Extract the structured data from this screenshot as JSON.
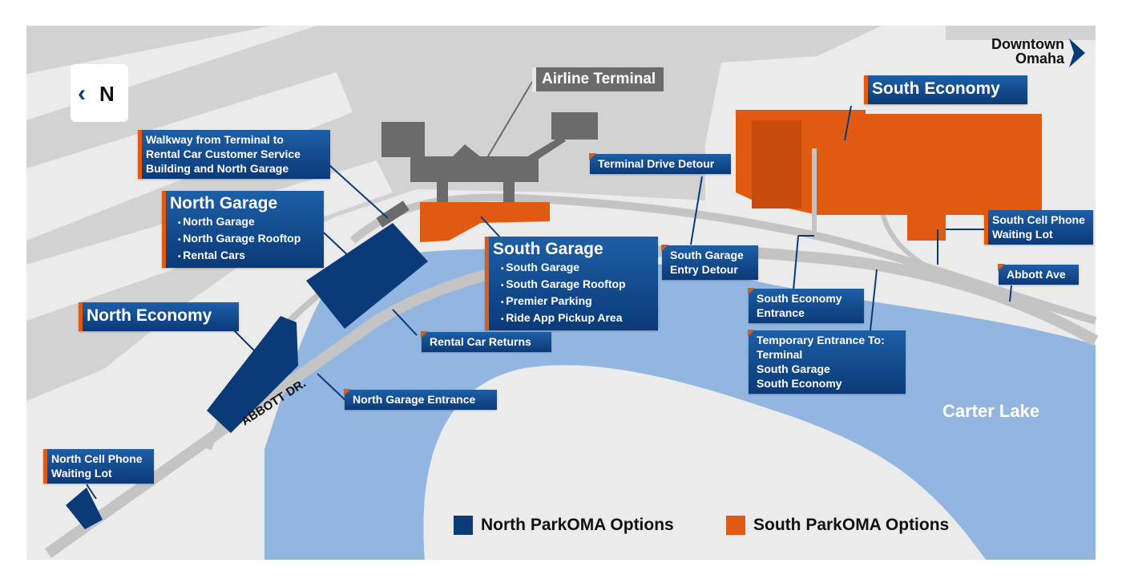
{
  "compass": {
    "arrow": "‹",
    "letter": "N"
  },
  "downtown": {
    "line1": "Downtown",
    "line2": "Omaha",
    "icon": "chevron-right-icon"
  },
  "airline_terminal": "Airline Terminal",
  "walkway": {
    "line1": "Walkway from Terminal to",
    "line2": "Rental Car Customer Service",
    "line3": "Building and North Garage"
  },
  "north_garage": {
    "title": "North Garage",
    "items": [
      "North Garage",
      "North Garage Rooftop",
      "Rental Cars"
    ]
  },
  "north_economy": "North Economy",
  "south_garage": {
    "title": "South Garage",
    "items": [
      "South Garage",
      "South Garage Rooftop",
      "Premier Parking",
      "Ride App Pickup Area"
    ]
  },
  "south_economy": "South Economy",
  "terminal_drive_detour": "Terminal Drive Detour",
  "south_garage_entry_detour": {
    "line1": "South Garage",
    "line2": "Entry Detour"
  },
  "south_economy_entrance": {
    "line1": "South Economy",
    "line2": "Entrance"
  },
  "temporary_entrance": {
    "line1": "Temporary Entrance To:",
    "line2": "Terminal",
    "line3": "South Garage",
    "line4": "South Economy"
  },
  "south_cell": {
    "line1": "South Cell Phone",
    "line2": "Waiting Lot"
  },
  "abbott_ave": "Abbott Ave",
  "rental_car_returns": "Rental Car Returns",
  "north_garage_entrance": "North Garage Entrance",
  "north_cell": {
    "line1": "North Cell Phone",
    "line2": "Waiting Lot"
  },
  "abbott_dr": "ABBOTT DR.",
  "carter_lake": "Carter Lake",
  "legend": {
    "north": "North ParkOMA Options",
    "south": "South ParkOMA Options"
  },
  "colors": {
    "north": "#0b3a78",
    "south": "#e05a12",
    "land": "#ebebeb",
    "airfield": "#cfcfcf",
    "water": "#92b6e0",
    "road": "#c4c4c4",
    "terminal": "#6b6b6b"
  }
}
